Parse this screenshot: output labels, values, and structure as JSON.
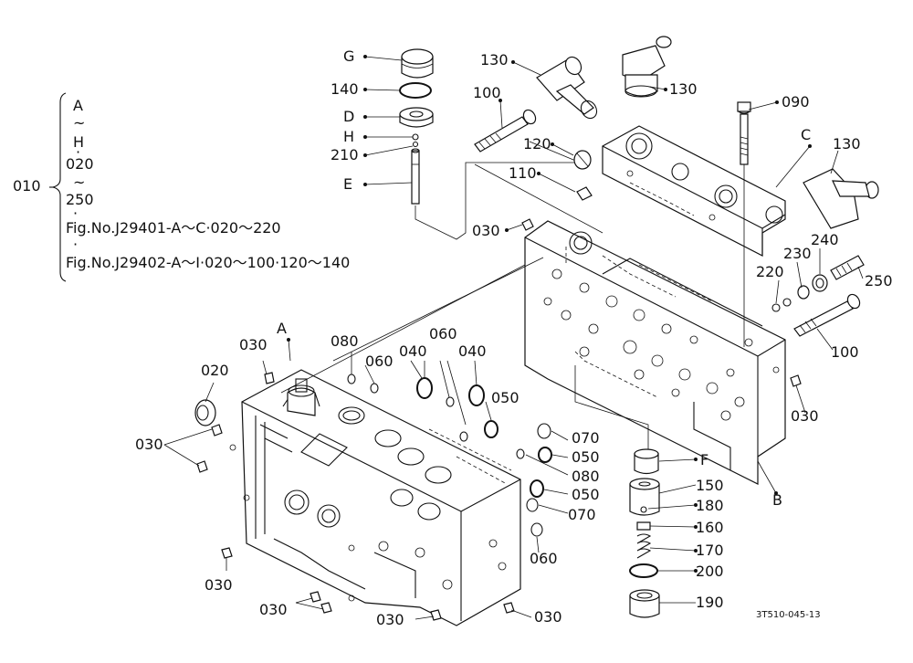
{
  "diagram": {
    "code": "3T510-045-13",
    "parts": {
      "p010": "010",
      "p020": "020",
      "p030": "030",
      "p040": "040",
      "p050": "050",
      "p060": "060",
      "p070": "070",
      "p080": "080",
      "p090": "090",
      "p100": "100",
      "p110": "110",
      "p120": "120",
      "p130": "130",
      "p140": "140",
      "p150": "150",
      "p160": "160",
      "p170": "170",
      "p180": "180",
      "p190": "190",
      "p200": "200",
      "p210": "210",
      "p220": "220",
      "p230": "230",
      "p240": "240",
      "p250": "250"
    },
    "letters": {
      "A": "A",
      "B": "B",
      "C": "C",
      "D": "D",
      "E": "E",
      "F": "F",
      "G": "G",
      "H": "H"
    },
    "bracket": {
      "line1": "A",
      "line2": "~",
      "line3": "H",
      "line4": "·",
      "line5": "020",
      "line6": "~",
      "line7": "250",
      "line8": "·",
      "line9": "Fig.No.J29401-A～C·020～220",
      "line10": "·",
      "line11": "Fig.No.J29402-A～I·020～100·120～140"
    }
  }
}
